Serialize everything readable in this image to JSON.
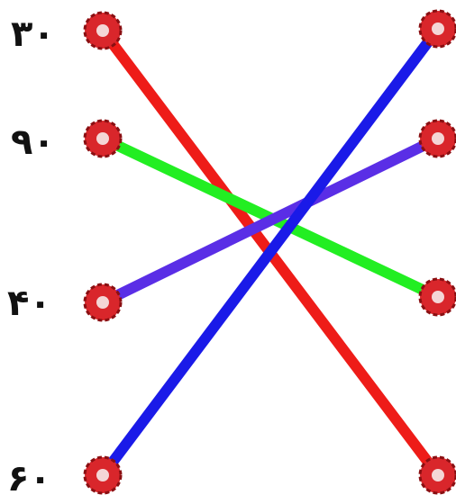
{
  "labels": [
    "۳۰",
    "۹۰",
    "۴۰",
    "۶۰"
  ],
  "colors": {
    "dot": "#d9262b",
    "dot_ring": "#8a0f12",
    "red_line": "#ee1c18",
    "blue_line": "#1a1ae8",
    "green_line": "#22ee22",
    "purple_line": "#5a2ee6",
    "watermark": "#d4d6d8"
  },
  "matches": [
    {
      "from_label": "۳۰",
      "left_row": 0,
      "right_row": 3,
      "color": "red_line"
    },
    {
      "from_label": "۹۰",
      "left_row": 1,
      "right_row": 2,
      "color": "green_line"
    },
    {
      "from_label": "۴۰",
      "left_row": 2,
      "right_row": 1,
      "color": "purple_line"
    },
    {
      "from_label": "۶۰",
      "left_row": 3,
      "right_row": 0,
      "color": "blue_line"
    }
  ]
}
